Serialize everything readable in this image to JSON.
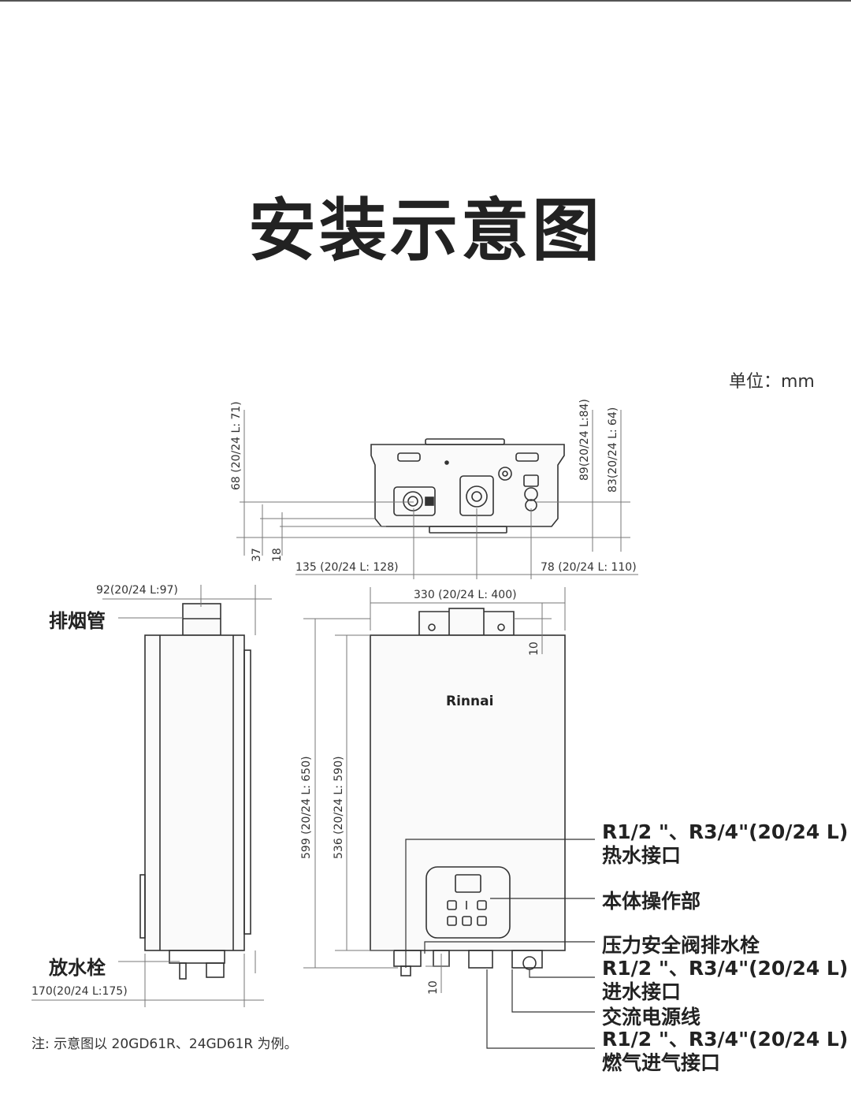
{
  "title": "安装示意图",
  "unit": "单位：mm",
  "brand": "Rinnai",
  "note": "注: 示意图以 20GD61R、24GD61R 为例。",
  "side_labels": {
    "exhaust_pipe": "排烟管",
    "drain_plug": "放水栓"
  },
  "callouts": {
    "hot_water_spec": "R1/2 \"、R3/4\"(20/24 L)",
    "hot_water_name": "热水接口",
    "control_panel": "本体操作部",
    "pressure_valve": "压力安全阀排水栓",
    "inlet_spec": "R1/2 \"、R3/4\"(20/24 L)",
    "inlet_name": "进水接口",
    "power_cord": "交流电源线",
    "gas_spec": "R1/2 \"、R3/4\"(20/24 L)",
    "gas_name": "燃气进气接口"
  },
  "dimensions": {
    "d68": "68 (20/24 L: 71)",
    "d37": "37",
    "d18": "18",
    "d89": "89(20/24 L:84)",
    "d83": "83(20/24 L: 64)",
    "d135": "135 (20/24 L: 128)",
    "d78": "78 (20/24 L: 110)",
    "d330": "330 (20/24 L: 400)",
    "d92": "92(20/24 L:97)",
    "d10_top": "10",
    "d599": "599 (20/24 L: 650)",
    "d536": "536 (20/24 L: 590)",
    "d10_bottom": "10",
    "d170": "170(20/24 L:175)"
  }
}
